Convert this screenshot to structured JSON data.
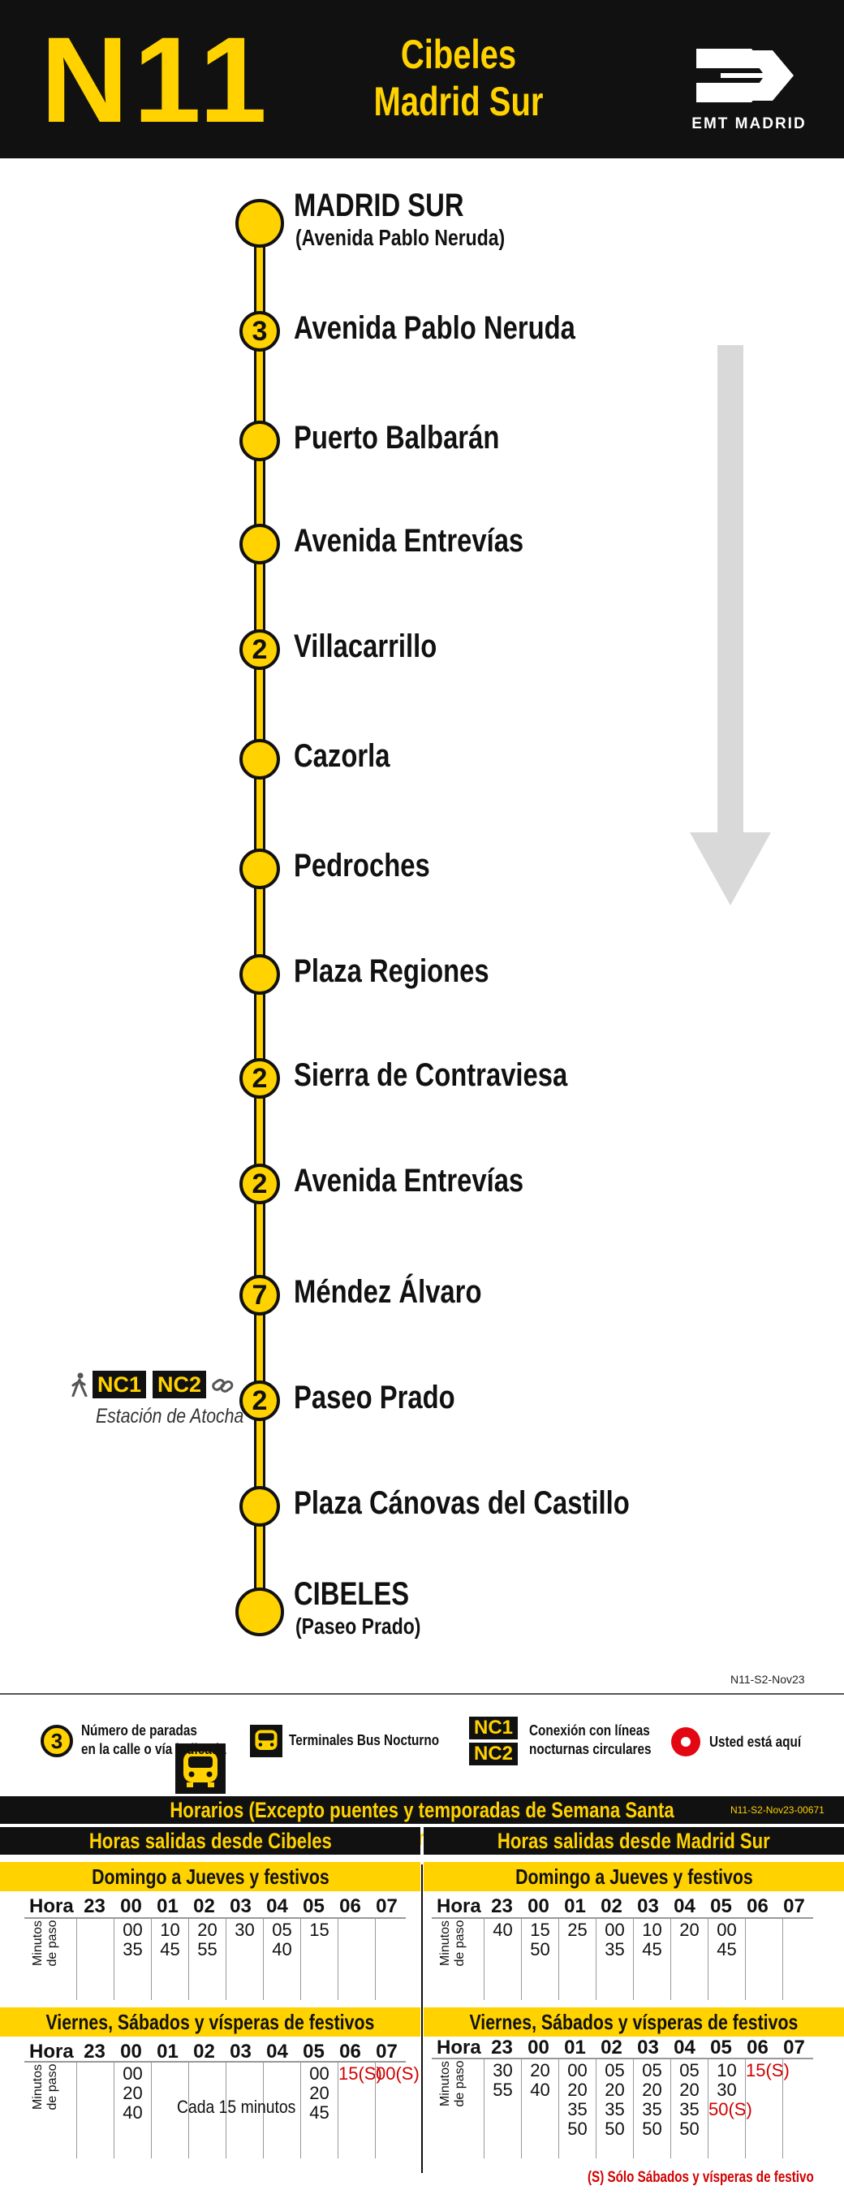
{
  "header": {
    "line": "N11",
    "title_line1": "Cibeles",
    "title_line2": "Madrid Sur",
    "brand": "EMT MADRID"
  },
  "colors": {
    "accent": "#FFD200",
    "dark": "#111111",
    "red": "#D20000",
    "arrow": "#D9D9D9"
  },
  "stops": [
    {
      "name": "MADRID SUR",
      "sub": "(Avenida Pablo Neruda)",
      "count": ""
    },
    {
      "name": "Avenida Pablo Neruda",
      "count": "3"
    },
    {
      "name": "Puerto Balbarán",
      "count": ""
    },
    {
      "name": "Avenida Entrevías",
      "count": ""
    },
    {
      "name": "Villacarrillo",
      "count": "2"
    },
    {
      "name": "Cazorla",
      "count": ""
    },
    {
      "name": "Pedroches",
      "count": ""
    },
    {
      "name": "Plaza Regiones",
      "count": ""
    },
    {
      "name": "Sierra de Contraviesa",
      "count": "2"
    },
    {
      "name": "Avenida Entrevías",
      "count": "2"
    },
    {
      "name": "Méndez Álvaro",
      "count": "7"
    },
    {
      "name": "Paseo Prado",
      "count": "2"
    },
    {
      "name": "Plaza Cánovas del Castillo",
      "count": ""
    },
    {
      "name": "CIBELES",
      "sub": "(Paseo Prado)",
      "count": ""
    }
  ],
  "connections": {
    "nc1": "NC1",
    "nc2": "NC2",
    "station": "Estación de Atocha",
    "icons": [
      "walk-icon",
      "link-icon"
    ]
  },
  "doc_code": "N11-S2-Nov23",
  "legend": {
    "stops_count_symbol": "3",
    "stops_count_line1": "Número de paradas",
    "stops_count_line2": "en la calle o vía indicada",
    "terminals": "Terminales Bus Nocturno",
    "nc1": "NC1",
    "nc2": "NC2",
    "circular_line1": "Conexión con líneas",
    "circular_line2": "nocturnas circulares",
    "you_are_here": "Usted está aquí"
  },
  "timetable": {
    "title": "Horarios (Excepto puentes y temporadas de Semana Santa y Verano)",
    "code": "N11-S2-Nov23-00671",
    "hora_label": "Hora",
    "side_label_1": "Minutos",
    "side_label_2": "de paso",
    "left": {
      "header": "Horas salidas desde Cibeles",
      "weekday_label": "Domingo a Jueves y festivos",
      "weekday_hours": [
        "23",
        "00",
        "01",
        "02",
        "03",
        "04",
        "05",
        "06",
        "07"
      ],
      "weekday_minutes": [
        [],
        [
          "00",
          "35"
        ],
        [
          "10",
          "45"
        ],
        [
          "20",
          "55"
        ],
        [
          "30"
        ],
        [
          "05",
          "40"
        ],
        [
          "15"
        ],
        [],
        []
      ],
      "weekend_label": "Viernes, Sábados y vísperas de festivos",
      "weekend_hours": [
        "23",
        "00",
        "01",
        "02",
        "03",
        "04",
        "05",
        "06",
        "07"
      ],
      "weekend_minutes": [
        [],
        [
          "00",
          "20",
          "40"
        ],
        [],
        [],
        [],
        [],
        [
          "00",
          "20",
          "45"
        ],
        [
          "15(S)"
        ],
        [
          "00(S)"
        ]
      ],
      "cada": "Cada 15 minutos"
    },
    "right": {
      "header": "Horas salidas desde Madrid Sur",
      "weekday_label": "Domingo a Jueves y festivos",
      "weekday_hours": [
        "23",
        "00",
        "01",
        "02",
        "03",
        "04",
        "05",
        "06",
        "07"
      ],
      "weekday_minutes": [
        [
          "40"
        ],
        [
          "15",
          "50"
        ],
        [
          "25"
        ],
        [
          "00",
          "35"
        ],
        [
          "10",
          "45"
        ],
        [
          "20"
        ],
        [
          "00",
          "45"
        ],
        [],
        []
      ],
      "weekend_label": "Viernes, Sábados y vísperas de festivos",
      "weekend_hours": [
        "23",
        "00",
        "01",
        "02",
        "03",
        "04",
        "05",
        "06",
        "07"
      ],
      "weekend_minutes": [
        [
          "30",
          "55"
        ],
        [
          "20",
          "40"
        ],
        [
          "00",
          "20",
          "35",
          "50"
        ],
        [
          "05",
          "20",
          "35",
          "50"
        ],
        [
          "05",
          "20",
          "35",
          "50"
        ],
        [
          "05",
          "20",
          "35",
          "50"
        ],
        [
          "10",
          "30",
          "50(S)"
        ],
        [
          "15(S)"
        ],
        []
      ]
    },
    "note": "(S) Sólo Sábados y vísperas de festivo"
  }
}
